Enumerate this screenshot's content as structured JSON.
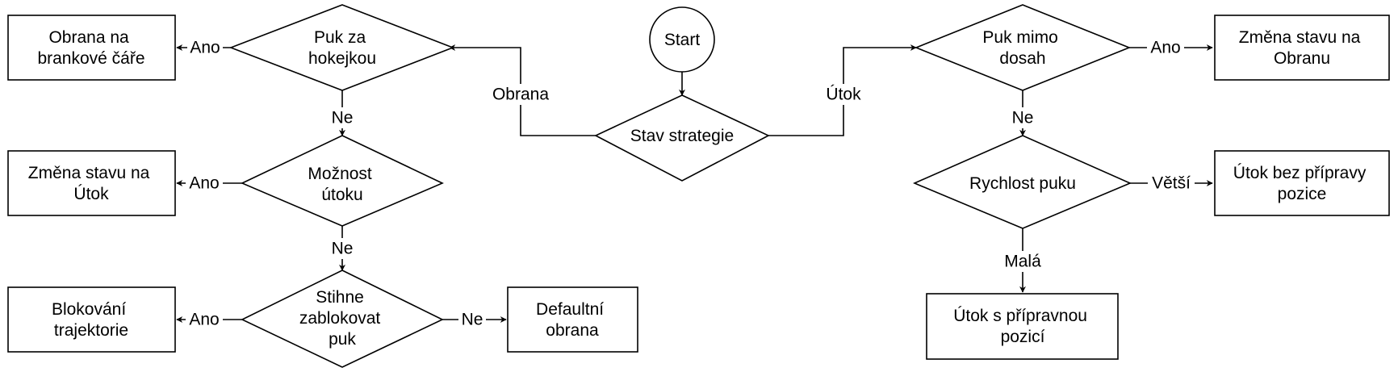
{
  "nodes": {
    "start": "Start",
    "stav_strategie": "Stav strategie",
    "puk_za_hokejkou": [
      "Puk za",
      "hokejkou"
    ],
    "obrana_na_brankove_care": [
      "Obrana na",
      "brankové čáře"
    ],
    "moznost_utoku": [
      "Možnost",
      "útoku"
    ],
    "zmena_stavu_na_utok": [
      "Změna stavu na",
      "Útok"
    ],
    "stihne_zablokovat_puk": [
      "Stihne",
      "zablokovat",
      "puk"
    ],
    "blokovani_trajektorie": [
      "Blokování",
      "trajektorie"
    ],
    "defaultni_obrana": [
      "Defaultní",
      "obrana"
    ],
    "puk_mimo_dosah": [
      "Puk mimo",
      "dosah"
    ],
    "zmena_stavu_na_obranu": [
      "Změna stavu na",
      "Obranu"
    ],
    "rychlost_puku": "Rychlost puku",
    "utok_bez_pripravy_pozice": [
      "Útok bez přípravy",
      "pozice"
    ],
    "utok_s_pripravnou_pozici": [
      "Útok s přípravnou",
      "pozicí"
    ]
  },
  "edges": {
    "obrana": "Obrana",
    "utok": "Útok",
    "ano_1": "Ano",
    "ne_1": "Ne",
    "ano_2": "Ano",
    "ne_2": "Ne",
    "ano_3": "Ano",
    "ne_3": "Ne",
    "ano_4": "Ano",
    "ne_4": "Ne",
    "vetsi": "Větší",
    "mala": "Malá"
  }
}
